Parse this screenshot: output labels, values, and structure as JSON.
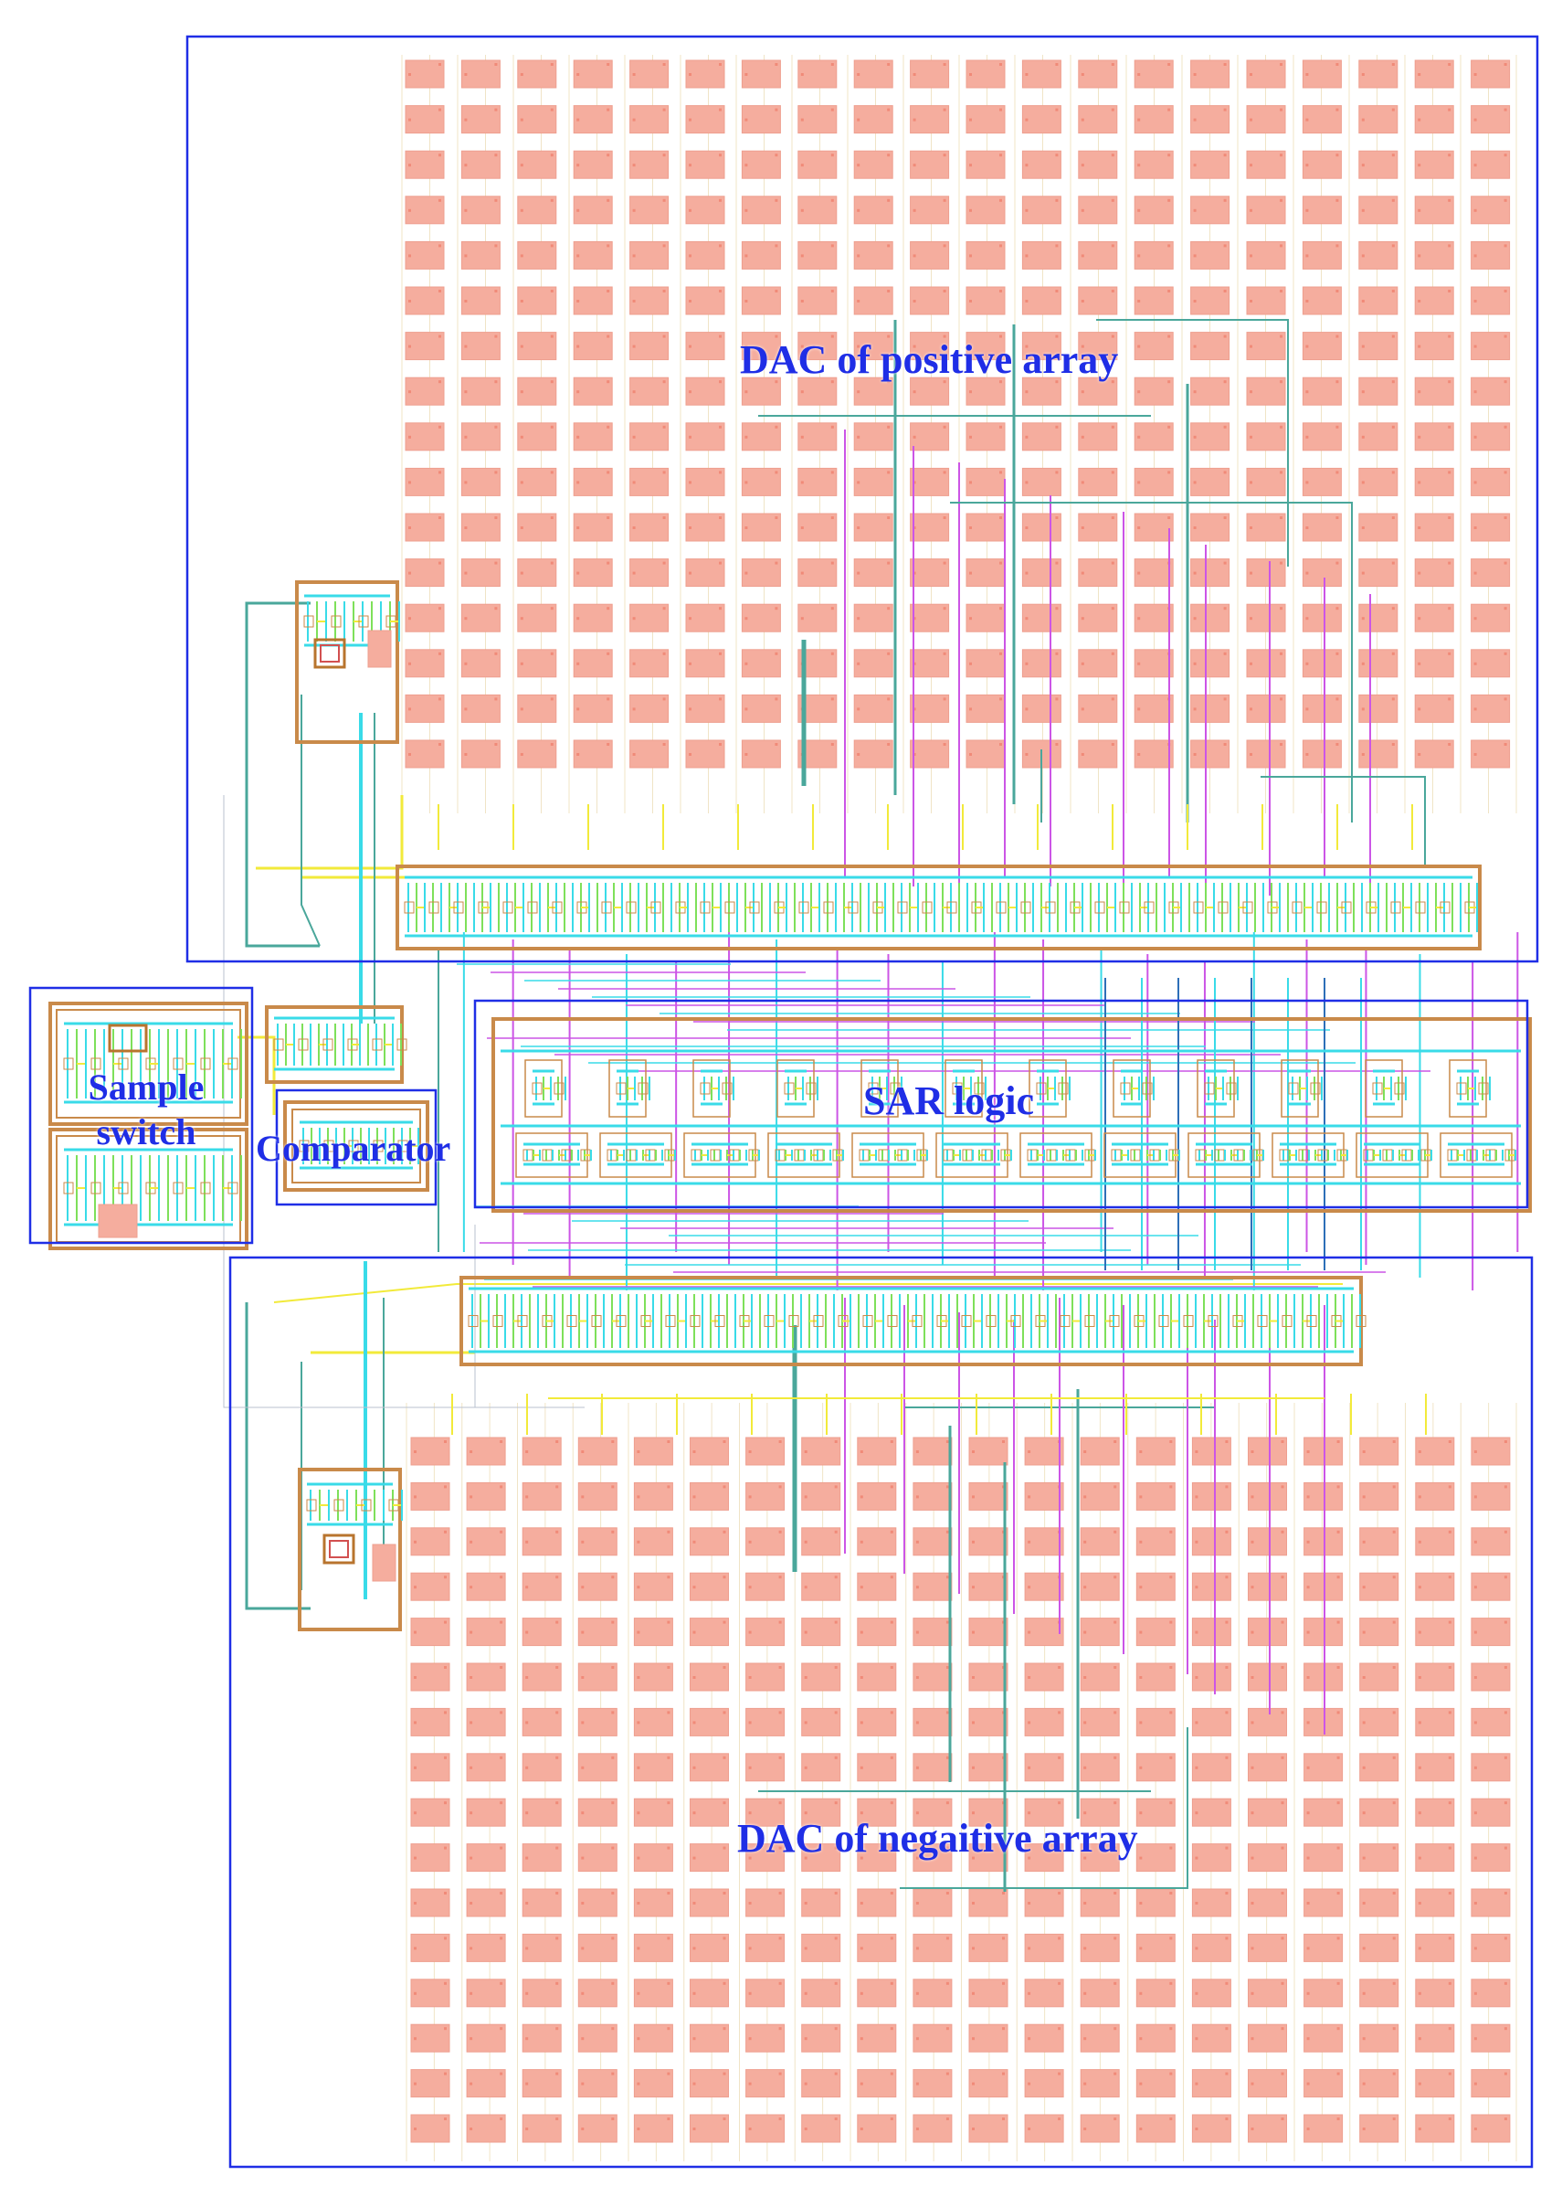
{
  "labels": {
    "dac_positive": "DAC of positive array",
    "dac_negative": "DAC of negaitive array",
    "sar_logic": "SAR logic",
    "comparator": "Comparator",
    "sample_line1": "Sample",
    "sample_line2": "switch"
  },
  "colors": {
    "block_outline": "#1f2ee6",
    "label_text": "#1f2ee6",
    "capacitor_fill": "#f5ad9e",
    "capacitor_edge": "#ee9f8f",
    "cell_frame": "#c98a4a",
    "metal_teal": "#4aa79b",
    "metal_magenta": "#cc55e6",
    "metal_yellow": "#f2ea3a",
    "metal_cyan": "#39dbe8",
    "metal_green": "#7ee05a",
    "grid_dots": "#e9d6a8"
  },
  "dac_array": {
    "columns": 20,
    "rows_positive": 16,
    "rows_negative": 16
  },
  "sar_logic_cells": 12
}
